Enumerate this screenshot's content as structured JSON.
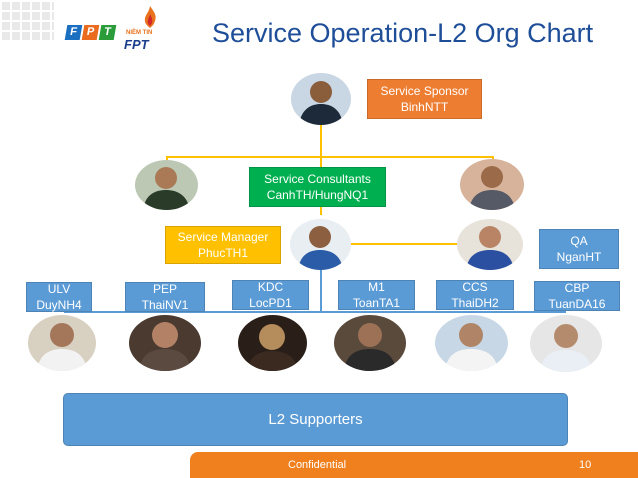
{
  "title": "Service Operation-L2 Org Chart",
  "logos": {
    "fpt_letters": [
      "F",
      "P",
      "T"
    ],
    "fpt_colors": [
      "#1b6fc0",
      "#ea6b1e",
      "#2a9c3a"
    ],
    "niem_tin": "NIỀM TIN",
    "fpt_word": "FPT"
  },
  "sponsor": {
    "role": "Service Sponsor",
    "name": "BinhNTT"
  },
  "consultants": {
    "role": "Service Consultants",
    "name": "CanhTH/HungNQ1"
  },
  "manager": {
    "role": "Service Manager",
    "name": "PhucTH1"
  },
  "qa": {
    "role": "QA",
    "name": "NganHT"
  },
  "teams": [
    {
      "role": "ULV",
      "name": "DuyNH4"
    },
    {
      "role": "PEP",
      "name": "ThaiNV1"
    },
    {
      "role": "KDC",
      "name": "LocPD1"
    },
    {
      "role": "M1",
      "name": "ToanTA1"
    },
    {
      "role": "CCS",
      "name": "ThaiDH2"
    },
    {
      "role": "CBP",
      "name": "TuanDA16"
    }
  ],
  "supporters": "L2 Supporters",
  "footer": {
    "confidential": "Confidential",
    "page": "10"
  },
  "colors": {
    "blue": "#5b9bd5",
    "orange": "#ed7d31",
    "green": "#00b050",
    "yellow": "#ffc000",
    "title": "#1f4e99"
  }
}
